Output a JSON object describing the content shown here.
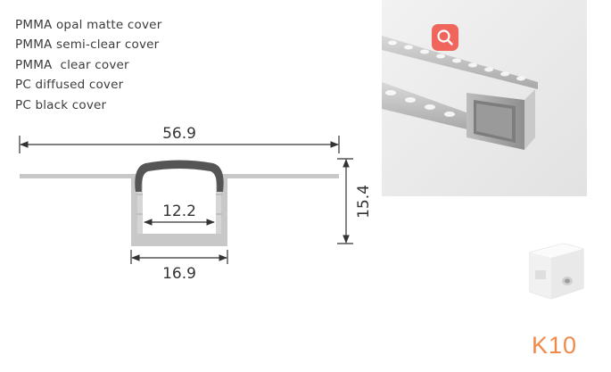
{
  "cover_options": [
    "PMMA opal matte cover",
    "PMMA semi-clear cover",
    "PMMA  clear cover",
    "PC diffused cover",
    "PC black cover"
  ],
  "dimensions": {
    "overall_width": "56.9",
    "inner_width": "12.2",
    "channel_width": "16.9",
    "height": "15.4"
  },
  "model": "K10",
  "icons": {
    "zoom": "zoom-icon"
  },
  "colors": {
    "profile": "#c8c8c8",
    "profile_dark": "#9a9a9a",
    "cover": "#555555",
    "zoom_badge": "#f0655c",
    "model_text": "#f08a4b",
    "photo_bg": "#e9e9e9"
  }
}
